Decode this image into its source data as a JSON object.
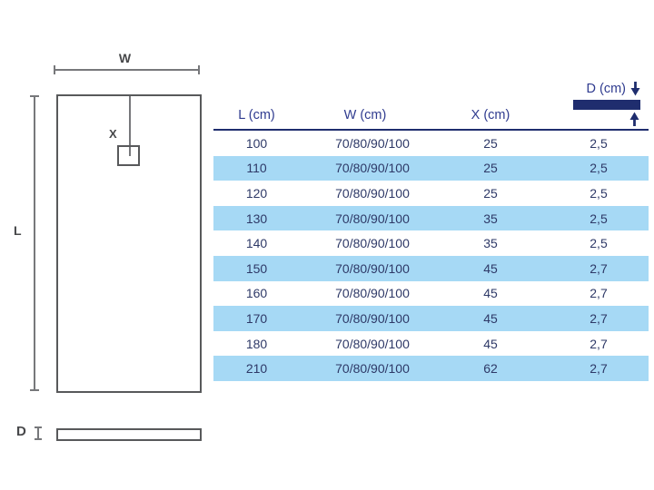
{
  "diagram": {
    "top_view": {
      "width_label": "W",
      "length_label": "L",
      "drain_label": "X"
    },
    "side_view": {
      "depth_label": "D"
    }
  },
  "table": {
    "headers": {
      "l": "L (cm)",
      "w": "W (cm)",
      "x": "X (cm)",
      "d": "D (cm)"
    },
    "column_keys": [
      "l",
      "w",
      "x",
      "d"
    ],
    "rows": [
      {
        "cells": [
          "100",
          "70/80/90/100",
          "25",
          "2,5"
        ]
      },
      {
        "cells": [
          "110",
          "70/80/90/100",
          "25",
          "2,5"
        ]
      },
      {
        "cells": [
          "120",
          "70/80/90/100",
          "25",
          "2,5"
        ]
      },
      {
        "cells": [
          "130",
          "70/80/90/100",
          "35",
          "2,5"
        ]
      },
      {
        "cells": [
          "140",
          "70/80/90/100",
          "35",
          "2,5"
        ]
      },
      {
        "cells": [
          "150",
          "70/80/90/100",
          "45",
          "2,7"
        ]
      },
      {
        "cells": [
          "160",
          "70/80/90/100",
          "45",
          "2,7"
        ]
      },
      {
        "cells": [
          "170",
          "70/80/90/100",
          "45",
          "2,7"
        ]
      },
      {
        "cells": [
          "180",
          "70/80/90/100",
          "45",
          "2,7"
        ]
      },
      {
        "cells": [
          "210",
          "70/80/90/100",
          "62",
          "2,7"
        ]
      }
    ],
    "colors": {
      "accent": "#1f2d6e",
      "header_text": "#2f3b8f",
      "cell_text": "#2e3967",
      "stripe": "#a6d9f5"
    }
  },
  "drawing_colors": {
    "line_gray": "#77787b",
    "shape_gray": "#58595b",
    "label_gray": "#47484a"
  }
}
